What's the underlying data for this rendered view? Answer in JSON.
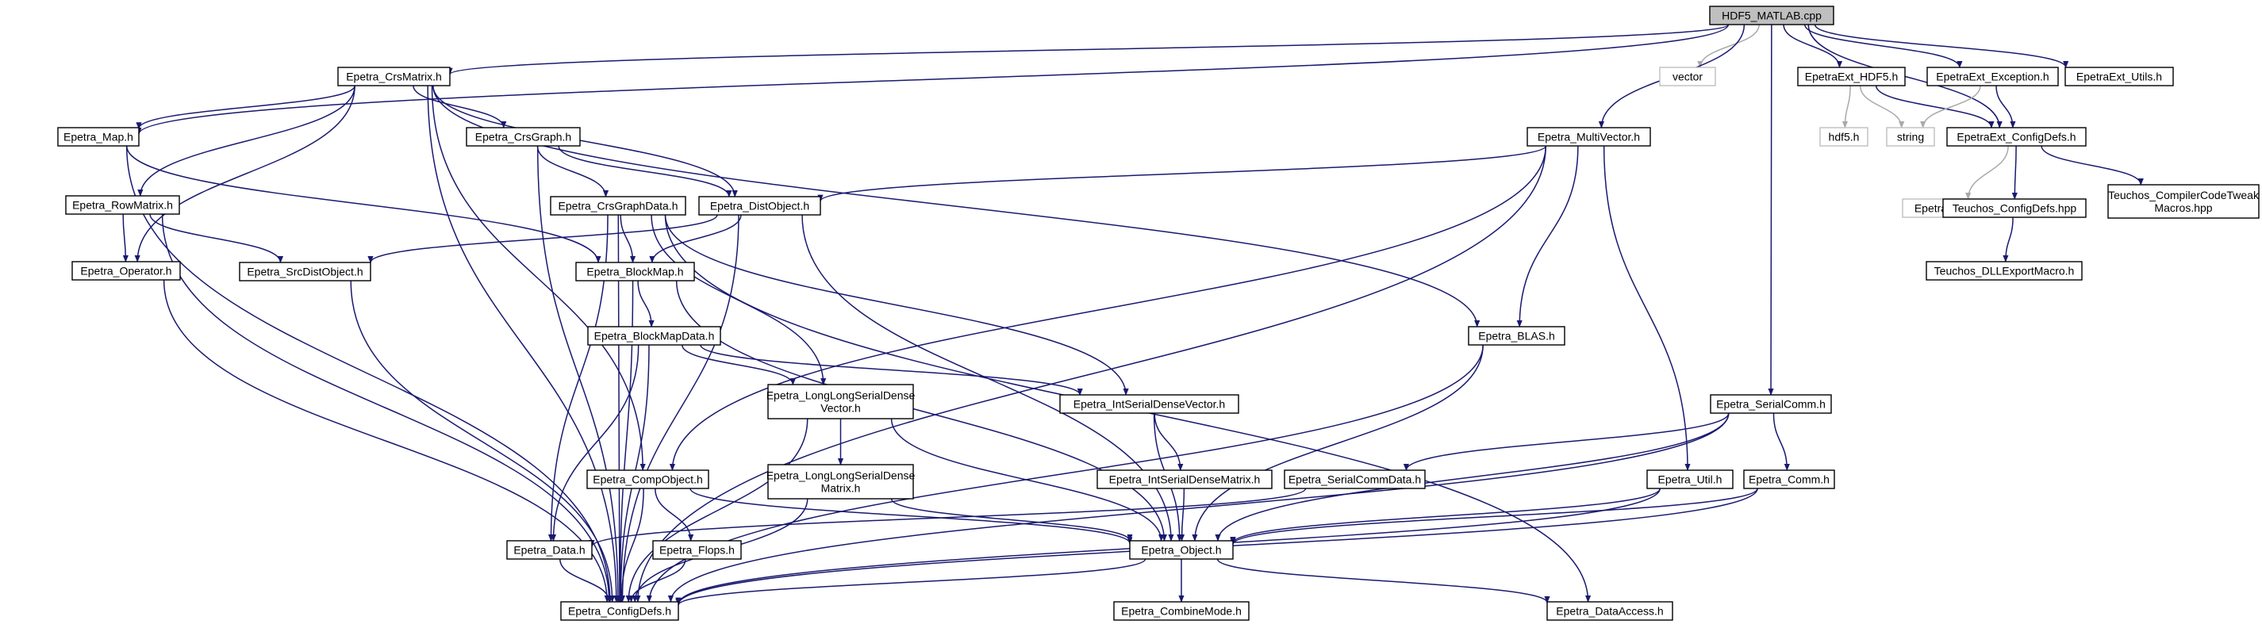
{
  "colors": {
    "edge": "#191970",
    "system_edge": "#a9a9a9",
    "root_fill": "#bfbfbf",
    "node_border": "#000000",
    "system_node_border": "#bfbfbf",
    "background": "#ffffff"
  },
  "nodes": [
    {
      "id": "hdf5_matlab_cpp",
      "lines": [
        "HDF5_MATLAB.cpp"
      ],
      "kind": "root"
    },
    {
      "id": "epetra_crsmatrix_h",
      "lines": [
        "Epetra_CrsMatrix.h"
      ]
    },
    {
      "id": "vector",
      "lines": [
        "vector"
      ],
      "kind": "system"
    },
    {
      "id": "epetraext_hdf5_h",
      "lines": [
        "EpetraExt_HDF5.h"
      ]
    },
    {
      "id": "epetraext_exception_h",
      "lines": [
        "EpetraExt_Exception.h"
      ]
    },
    {
      "id": "epetraext_utils_h",
      "lines": [
        "EpetraExt_Utils.h"
      ]
    },
    {
      "id": "epetra_map_h",
      "lines": [
        "Epetra_Map.h"
      ]
    },
    {
      "id": "epetra_crsgraph_h",
      "lines": [
        "Epetra_CrsGraph.h"
      ]
    },
    {
      "id": "epetra_multivector_h",
      "lines": [
        "Epetra_MultiVector.h"
      ]
    },
    {
      "id": "hdf5_h",
      "lines": [
        "hdf5.h"
      ],
      "kind": "system"
    },
    {
      "id": "string",
      "lines": [
        "string"
      ],
      "kind": "system"
    },
    {
      "id": "epetraext_configdefs_h",
      "lines": [
        "EpetraExt_ConfigDefs.h"
      ]
    },
    {
      "id": "epetra_rowmatrix_h",
      "lines": [
        "Epetra_RowMatrix.h"
      ]
    },
    {
      "id": "epetra_crsgraphdata_h",
      "lines": [
        "Epetra_CrsGraphData.h"
      ]
    },
    {
      "id": "epetra_distobject_h",
      "lines": [
        "Epetra_DistObject.h"
      ]
    },
    {
      "id": "epetraext_config_h",
      "lines": [
        "EpetraExt_config.h"
      ],
      "kind": "system"
    },
    {
      "id": "teuchos_configdefs_hpp",
      "lines": [
        "Teuchos_ConfigDefs.hpp"
      ]
    },
    {
      "id": "teuchos_compilercodetweakmacros_hpp",
      "lines": [
        "Teuchos_CompilerCodeTweak",
        "Macros.hpp"
      ]
    },
    {
      "id": "epetra_operator_h",
      "lines": [
        "Epetra_Operator.h"
      ]
    },
    {
      "id": "epetra_srcdistobject_h",
      "lines": [
        "Epetra_SrcDistObject.h"
      ]
    },
    {
      "id": "epetra_blockmap_h",
      "lines": [
        "Epetra_BlockMap.h"
      ]
    },
    {
      "id": "teuchos_dllexportmacro_h",
      "lines": [
        "Teuchos_DLLExportMacro.h"
      ]
    },
    {
      "id": "epetra_blockmapdata_h",
      "lines": [
        "Epetra_BlockMapData.h"
      ]
    },
    {
      "id": "epetra_blas_h",
      "lines": [
        "Epetra_BLAS.h"
      ]
    },
    {
      "id": "epetra_longlongserialdensevector_h",
      "lines": [
        "Epetra_LongLongSerialDense",
        "Vector.h"
      ]
    },
    {
      "id": "epetra_intserialdensevector_h",
      "lines": [
        "Epetra_IntSerialDenseVector.h"
      ]
    },
    {
      "id": "epetra_serialcomm_h",
      "lines": [
        "Epetra_SerialComm.h"
      ]
    },
    {
      "id": "epetra_compobject_h",
      "lines": [
        "Epetra_CompObject.h"
      ]
    },
    {
      "id": "epetra_longlongserialdensematrix_h",
      "lines": [
        "Epetra_LongLongSerialDense",
        "Matrix.h"
      ]
    },
    {
      "id": "epetra_intserialdensematrix_h",
      "lines": [
        "Epetra_IntSerialDenseMatrix.h"
      ]
    },
    {
      "id": "epetra_serialcommdata_h",
      "lines": [
        "Epetra_SerialCommData.h"
      ]
    },
    {
      "id": "epetra_util_h",
      "lines": [
        "Epetra_Util.h"
      ]
    },
    {
      "id": "epetra_comm_h",
      "lines": [
        "Epetra_Comm.h"
      ]
    },
    {
      "id": "epetra_data_h",
      "lines": [
        "Epetra_Data.h"
      ]
    },
    {
      "id": "epetra_flops_h",
      "lines": [
        "Epetra_Flops.h"
      ]
    },
    {
      "id": "epetra_object_h",
      "lines": [
        "Epetra_Object.h"
      ]
    },
    {
      "id": "epetra_configdefs_h",
      "lines": [
        "Epetra_ConfigDefs.h"
      ]
    },
    {
      "id": "epetra_combinemode_h",
      "lines": [
        "Epetra_CombineMode.h"
      ]
    },
    {
      "id": "epetra_dataaccess_h",
      "lines": [
        "Epetra_DataAccess.h"
      ]
    }
  ],
  "edges": [
    [
      "hdf5_matlab_cpp",
      "epetra_crsmatrix_h"
    ],
    [
      "hdf5_matlab_cpp",
      "epetra_map_h"
    ],
    [
      "hdf5_matlab_cpp",
      "vector"
    ],
    [
      "hdf5_matlab_cpp",
      "epetra_multivector_h"
    ],
    [
      "hdf5_matlab_cpp",
      "epetraext_hdf5_h"
    ],
    [
      "hdf5_matlab_cpp",
      "epetraext_exception_h"
    ],
    [
      "hdf5_matlab_cpp",
      "epetraext_utils_h"
    ],
    [
      "hdf5_matlab_cpp",
      "epetraext_configdefs_h"
    ],
    [
      "hdf5_matlab_cpp",
      "epetra_serialcomm_h"
    ],
    [
      "epetra_crsmatrix_h",
      "epetra_map_h"
    ],
    [
      "epetra_crsmatrix_h",
      "epetra_crsgraph_h"
    ],
    [
      "epetra_crsmatrix_h",
      "epetra_rowmatrix_h"
    ],
    [
      "epetra_crsmatrix_h",
      "epetra_operator_h"
    ],
    [
      "epetra_crsmatrix_h",
      "epetra_distobject_h"
    ],
    [
      "epetra_crsmatrix_h",
      "epetra_blas_h"
    ],
    [
      "epetra_crsmatrix_h",
      "epetra_compobject_h"
    ],
    [
      "epetra_crsmatrix_h",
      "epetra_configdefs_h"
    ],
    [
      "epetraext_hdf5_h",
      "hdf5_h"
    ],
    [
      "epetraext_hdf5_h",
      "string"
    ],
    [
      "epetraext_hdf5_h",
      "epetraext_configdefs_h"
    ],
    [
      "epetraext_exception_h",
      "string"
    ],
    [
      "epetraext_exception_h",
      "epetraext_configdefs_h"
    ],
    [
      "epetraext_configdefs_h",
      "epetraext_config_h"
    ],
    [
      "epetraext_configdefs_h",
      "teuchos_configdefs_hpp"
    ],
    [
      "epetraext_configdefs_h",
      "teuchos_compilercodetweakmacros_hpp"
    ],
    [
      "teuchos_configdefs_hpp",
      "teuchos_dllexportmacro_h"
    ],
    [
      "epetra_map_h",
      "epetra_blockmap_h"
    ],
    [
      "epetra_map_h",
      "epetra_configdefs_h"
    ],
    [
      "epetra_crsgraph_h",
      "epetra_crsgraphdata_h"
    ],
    [
      "epetra_crsgraph_h",
      "epetra_distobject_h"
    ],
    [
      "epetra_crsgraph_h",
      "epetra_configdefs_h"
    ],
    [
      "epetra_multivector_h",
      "epetra_distobject_h"
    ],
    [
      "epetra_multivector_h",
      "epetra_compobject_h"
    ],
    [
      "epetra_multivector_h",
      "epetra_blas_h"
    ],
    [
      "epetra_multivector_h",
      "epetra_util_h"
    ],
    [
      "epetra_multivector_h",
      "epetra_configdefs_h"
    ],
    [
      "epetra_rowmatrix_h",
      "epetra_operator_h"
    ],
    [
      "epetra_rowmatrix_h",
      "epetra_srcdistobject_h"
    ],
    [
      "epetra_rowmatrix_h",
      "epetra_configdefs_h"
    ],
    [
      "epetra_crsgraphdata_h",
      "epetra_blockmap_h"
    ],
    [
      "epetra_crsgraphdata_h",
      "epetra_longlongserialdensevector_h"
    ],
    [
      "epetra_crsgraphdata_h",
      "epetra_intserialdensevector_h"
    ],
    [
      "epetra_crsgraphdata_h",
      "epetra_data_h"
    ],
    [
      "epetra_crsgraphdata_h",
      "epetra_configdefs_h"
    ],
    [
      "epetra_crsgraphdata_h",
      "epetra_dataaccess_h"
    ],
    [
      "epetra_distobject_h",
      "epetra_srcdistobject_h"
    ],
    [
      "epetra_distobject_h",
      "epetra_blockmap_h"
    ],
    [
      "epetra_distobject_h",
      "epetra_object_h"
    ],
    [
      "epetra_distobject_h",
      "epetra_configdefs_h"
    ],
    [
      "epetra_operator_h",
      "epetra_configdefs_h"
    ],
    [
      "epetra_srcdistobject_h",
      "epetra_configdefs_h"
    ],
    [
      "epetra_blockmap_h",
      "epetra_blockmapdata_h"
    ],
    [
      "epetra_blockmap_h",
      "epetra_object_h"
    ],
    [
      "epetra_blockmap_h",
      "epetra_configdefs_h"
    ],
    [
      "epetra_blockmapdata_h",
      "epetra_longlongserialdensevector_h"
    ],
    [
      "epetra_blockmapdata_h",
      "epetra_intserialdensevector_h"
    ],
    [
      "epetra_blockmapdata_h",
      "epetra_data_h"
    ],
    [
      "epetra_blockmapdata_h",
      "epetra_configdefs_h"
    ],
    [
      "epetra_longlongserialdensevector_h",
      "epetra_longlongserialdensematrix_h"
    ],
    [
      "epetra_longlongserialdensevector_h",
      "epetra_object_h"
    ],
    [
      "epetra_longlongserialdensevector_h",
      "epetra_configdefs_h"
    ],
    [
      "epetra_intserialdensevector_h",
      "epetra_intserialdensematrix_h"
    ],
    [
      "epetra_intserialdensevector_h",
      "epetra_object_h"
    ],
    [
      "epetra_longlongserialdensematrix_h",
      "epetra_object_h"
    ],
    [
      "epetra_longlongserialdensematrix_h",
      "epetra_configdefs_h"
    ],
    [
      "epetra_intserialdensematrix_h",
      "epetra_object_h"
    ],
    [
      "epetra_blas_h",
      "epetra_object_h"
    ],
    [
      "epetra_blas_h",
      "epetra_configdefs_h"
    ],
    [
      "epetra_serialcomm_h",
      "epetra_serialcommdata_h"
    ],
    [
      "epetra_serialcomm_h",
      "epetra_comm_h"
    ],
    [
      "epetra_serialcomm_h",
      "epetra_object_h"
    ],
    [
      "epetra_serialcomm_h",
      "epetra_configdefs_h"
    ],
    [
      "epetra_serialcommdata_h",
      "epetra_data_h"
    ],
    [
      "epetra_compobject_h",
      "epetra_flops_h"
    ],
    [
      "epetra_compobject_h",
      "epetra_object_h"
    ],
    [
      "epetra_compobject_h",
      "epetra_configdefs_h"
    ],
    [
      "epetra_util_h",
      "epetra_object_h"
    ],
    [
      "epetra_util_h",
      "epetra_configdefs_h"
    ],
    [
      "epetra_comm_h",
      "epetra_object_h"
    ],
    [
      "epetra_comm_h",
      "epetra_configdefs_h"
    ],
    [
      "epetra_data_h",
      "epetra_configdefs_h"
    ],
    [
      "epetra_flops_h",
      "epetra_configdefs_h"
    ],
    [
      "epetra_object_h",
      "epetra_configdefs_h"
    ],
    [
      "epetra_object_h",
      "epetra_combinemode_h"
    ],
    [
      "epetra_object_h",
      "epetra_dataaccess_h"
    ]
  ]
}
